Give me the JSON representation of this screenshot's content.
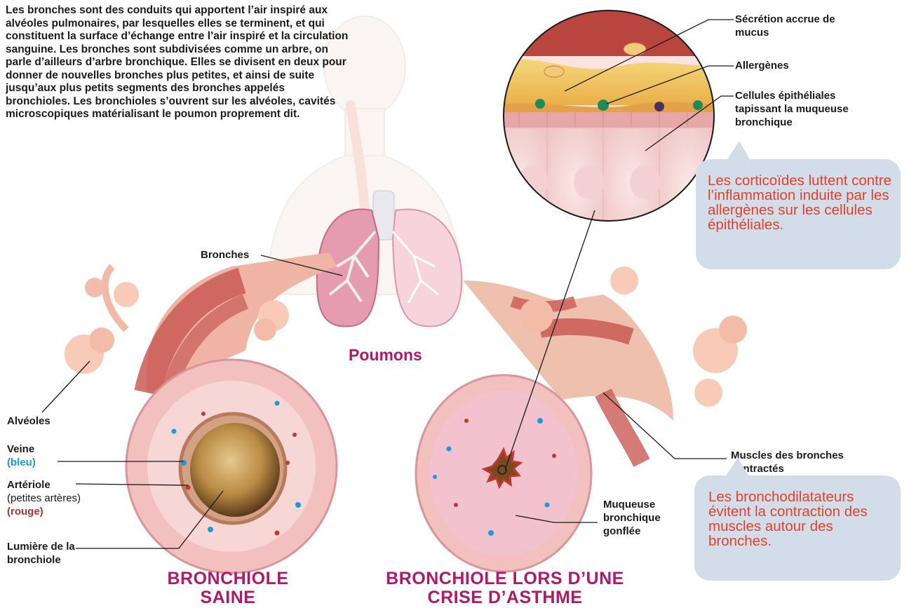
{
  "intro_text": "Les bronches sont des conduits qui apportent l’air inspiré aux alvéoles pulmonaires, par lesquelles elles se terminent, et qui constituent la surface d’échange entre l’air inspiré et la circulation sanguine. Les bronches sont subdivisées comme un arbre, on parle d’ailleurs d’arbre bronchique. Elles se divisent en deux pour donner de nouvelles bronches plus petites, et ainsi de suite jusqu’aux plus petits segments des bronches appelés bronchioles. Les bronchioles s’ouvrent sur les alvéoles, cavités microscopiques matérialisant le poumon proprement dit.",
  "labels": {
    "secretion": "Sécrétion accrue de mucus",
    "allergenes": "Allergènes",
    "cellules": "Cellules épithéliales tapissant la muqueuse bronchique",
    "bronches": "Bronches",
    "poumons": "Poumons",
    "alveoles": "Alvéoles",
    "veine": "Veine",
    "veine_color": "(bleu)",
    "arteriole": "Artériole",
    "arteriole_sub": "(petites artères)",
    "arteriole_color": "(rouge)",
    "lumiere": "Lumière de la bronchiole",
    "muscles": "Muscles des bronches contractés",
    "muqueuse": "Muqueuse bronchique gonflée"
  },
  "titles": {
    "saine": "BRONCHIOLE SAINE",
    "asthme": "BRONCHIOLE LORS D’UNE CRISE D’ASTHME"
  },
  "callouts": {
    "corticoides": "Les corticoïdes luttent contre l’inflammation induite par les allergènes sur les cellules épithéliales.",
    "bronchodilatateurs": "Les bronchodilatateurs évitent la contraction des muscles autour des bronches."
  },
  "colors": {
    "title_magenta": "#b0186b",
    "callout_text": "#e0402a",
    "callout_bg": "#d3dde9",
    "vein_blue": "#1a9ad6",
    "arteriole_red": "#b5322a"
  }
}
